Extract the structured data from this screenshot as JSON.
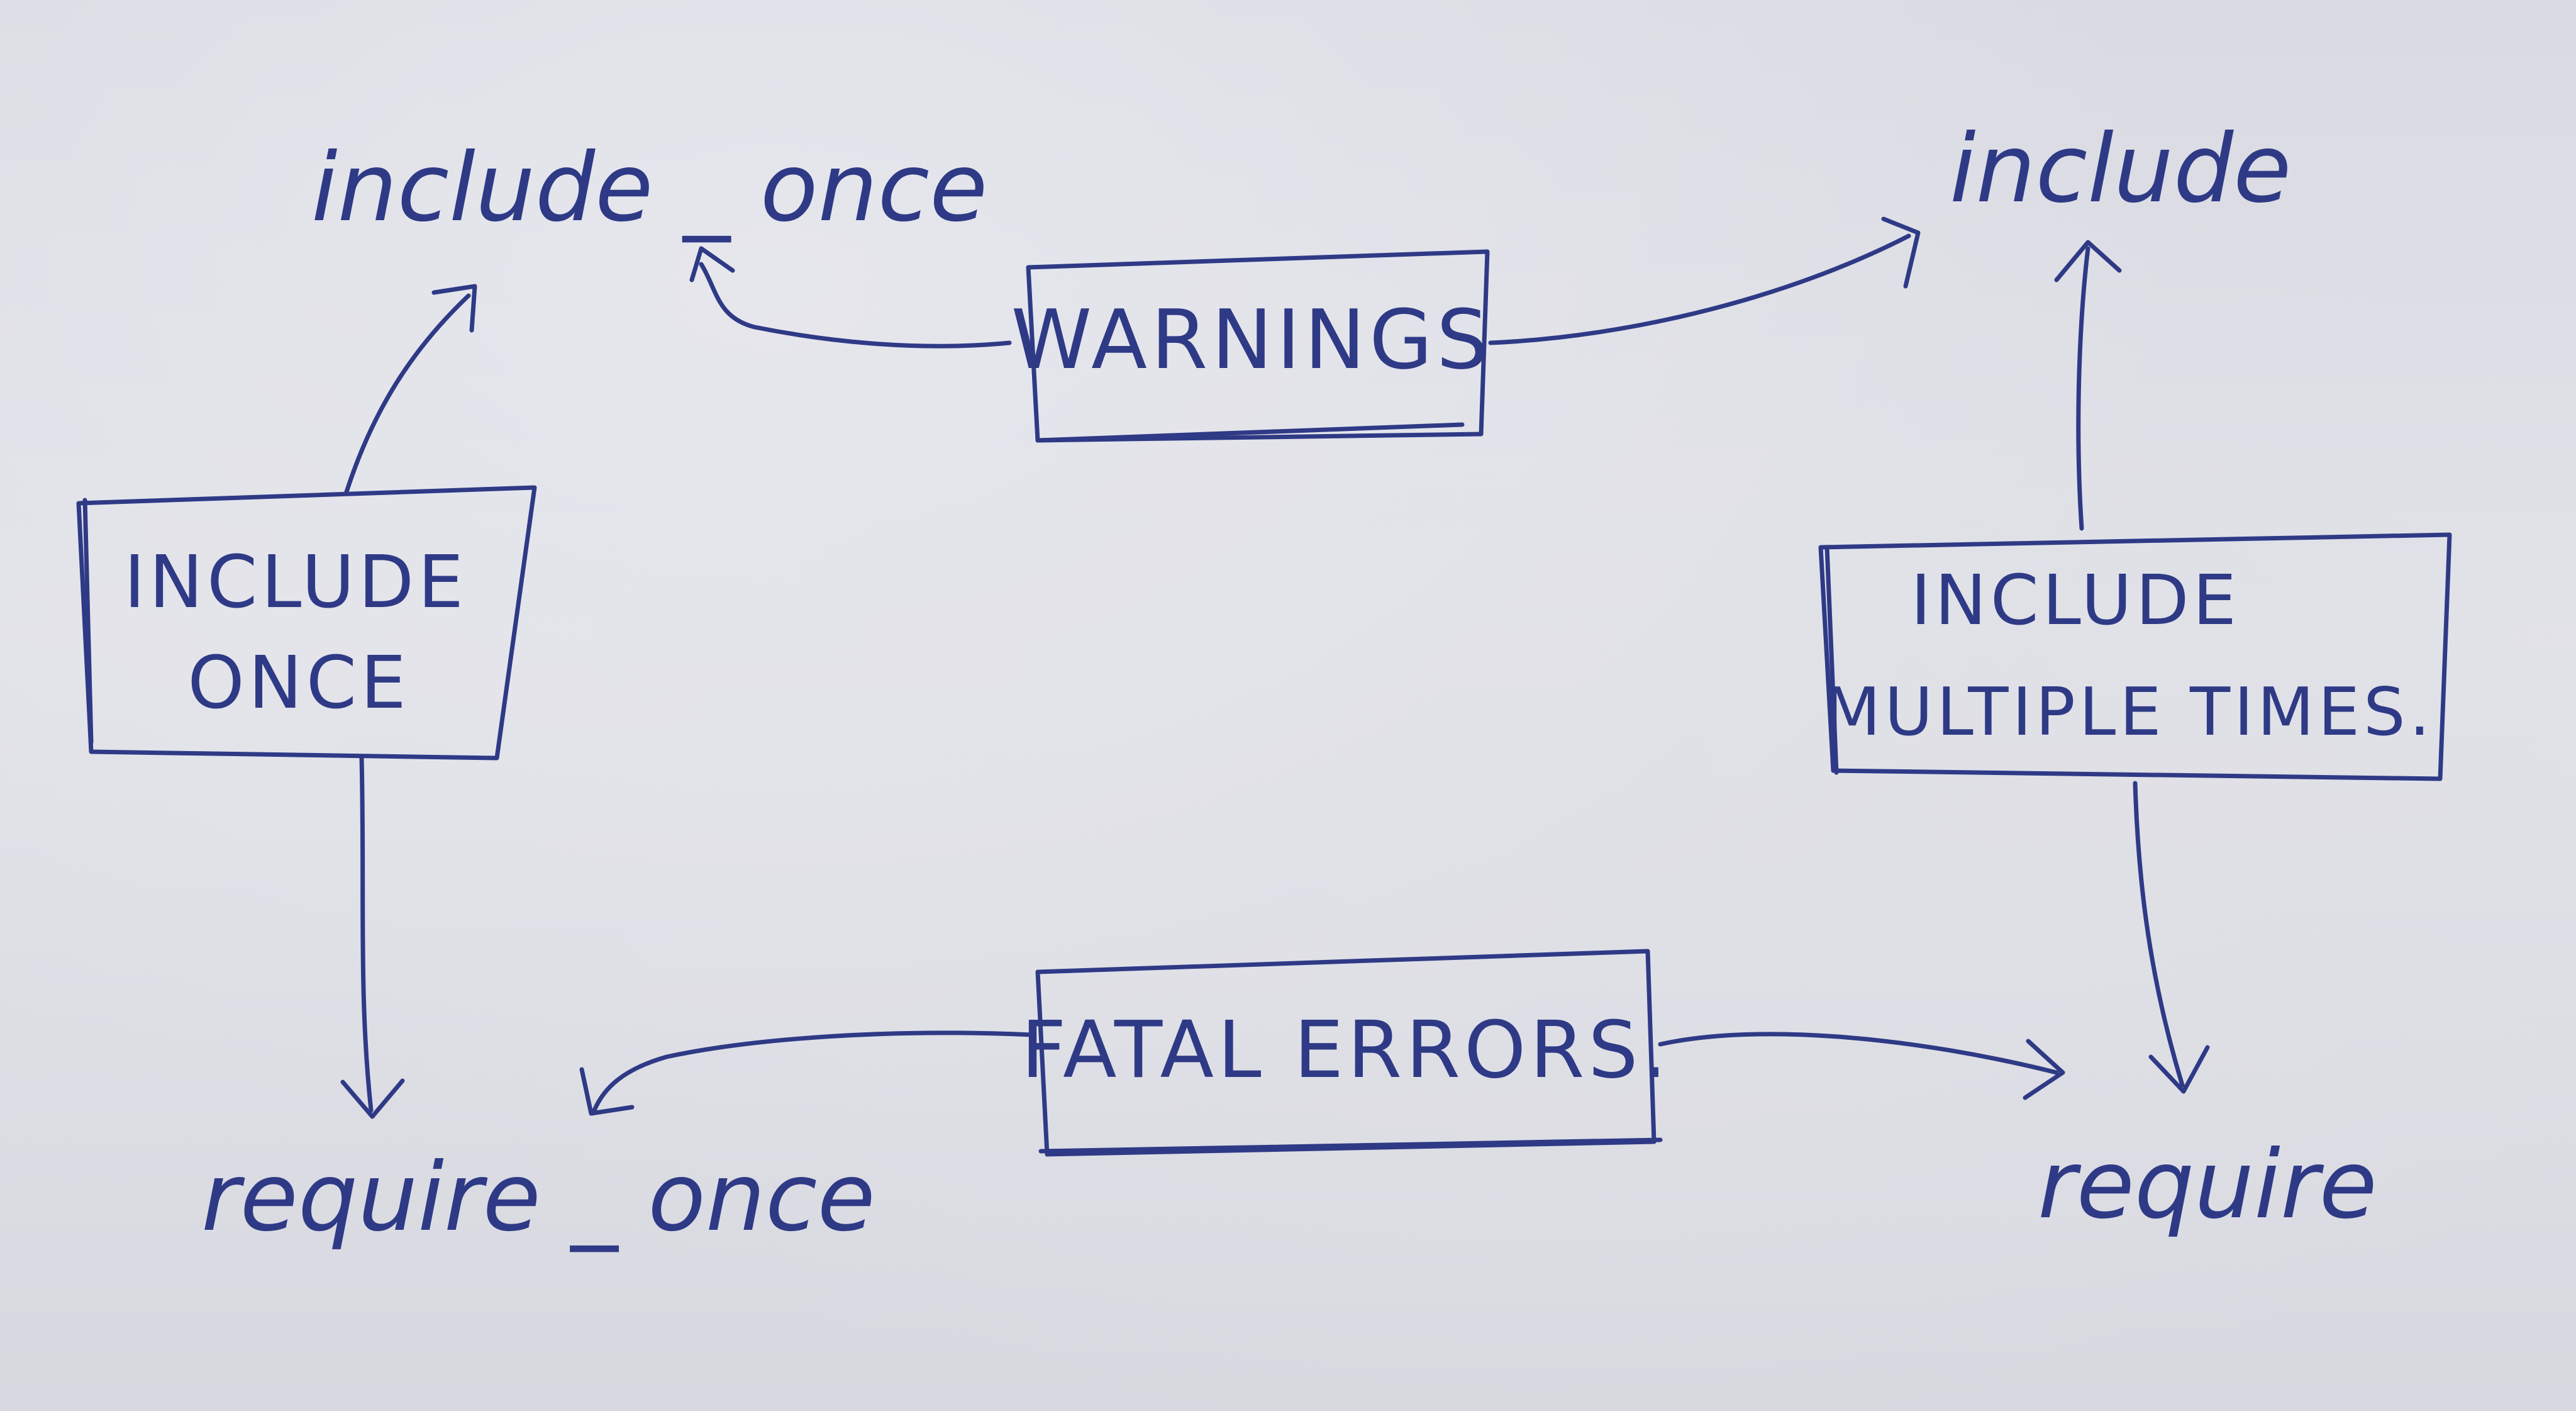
{
  "diagram": {
    "boxes": {
      "warnings": "WARNINGS",
      "fatal_errors": "FATAL ERRORS.",
      "include_once_line1": "INCLUDE",
      "include_once_line2": "ONCE",
      "include_multiple_line1": "INCLUDE",
      "include_multiple_line2": "MULTIPLE TIMES."
    },
    "labels": {
      "include_once": "include _ once",
      "include": "include",
      "require_once": "require _ once",
      "require": "require"
    },
    "colors": {
      "ink": "#2f3a86",
      "paper": "#dcdde4"
    }
  }
}
